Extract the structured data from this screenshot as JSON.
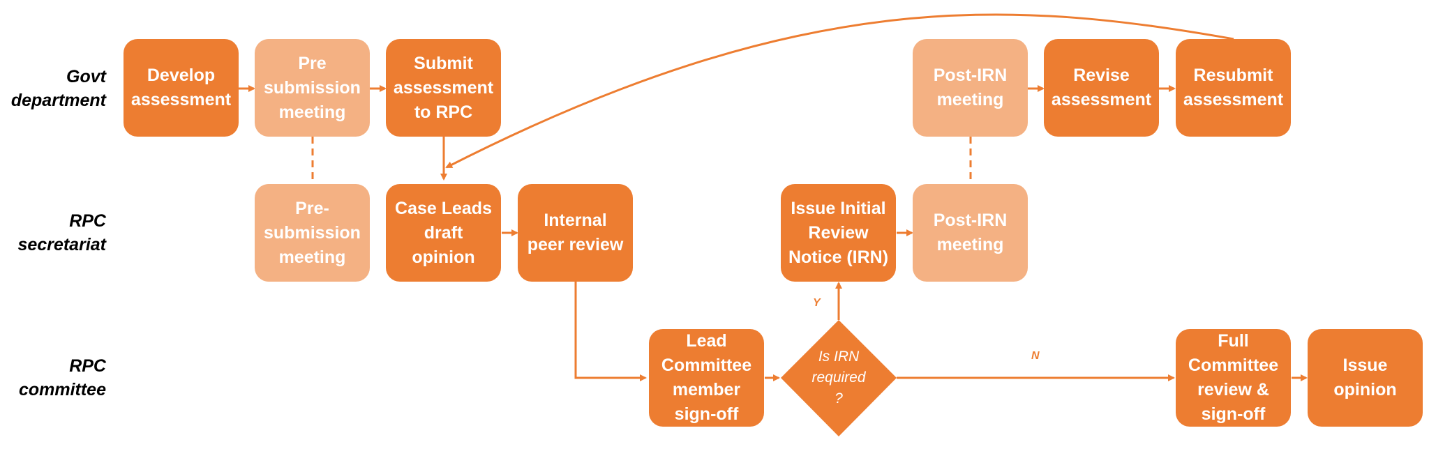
{
  "colors": {
    "dark": "#ED7D31",
    "light": "#F4B183",
    "line": "#ED7D31"
  },
  "lanes": {
    "govt": "Govt\ndepartment",
    "secretariat": "RPC\nsecretariat",
    "committee": "RPC\ncommittee"
  },
  "nodes": {
    "develop_assessment": "Develop\nassessment",
    "pre_submission_meeting_govt": "Pre\nsubmission\nmeeting",
    "submit_assessment": "Submit\nassessment\nto RPC",
    "post_irn_meeting_govt": "Post-IRN\nmeeting",
    "revise_assessment": "Revise\nassessment",
    "resubmit_assessment": "Resubmit\nassessment",
    "pre_submission_meeting_rpc": "Pre-\nsubmission\nmeeting",
    "case_leads_draft": "Case Leads\ndraft\nopinion",
    "internal_peer_review": "Internal\npeer review",
    "issue_irn": "Issue Initial\nReview\nNotice (IRN)",
    "post_irn_meeting_rpc": "Post-IRN\nmeeting",
    "lead_committee_signoff": "Lead\nCommittee\nmember\nsign-off",
    "decision_irn": "Is IRN\nrequired\n?",
    "full_committee_review": "Full\nCommittee\nreview &\nsign-off",
    "issue_opinion": "Issue\nopinion"
  },
  "edge_labels": {
    "yes": "Y",
    "no": "N"
  }
}
